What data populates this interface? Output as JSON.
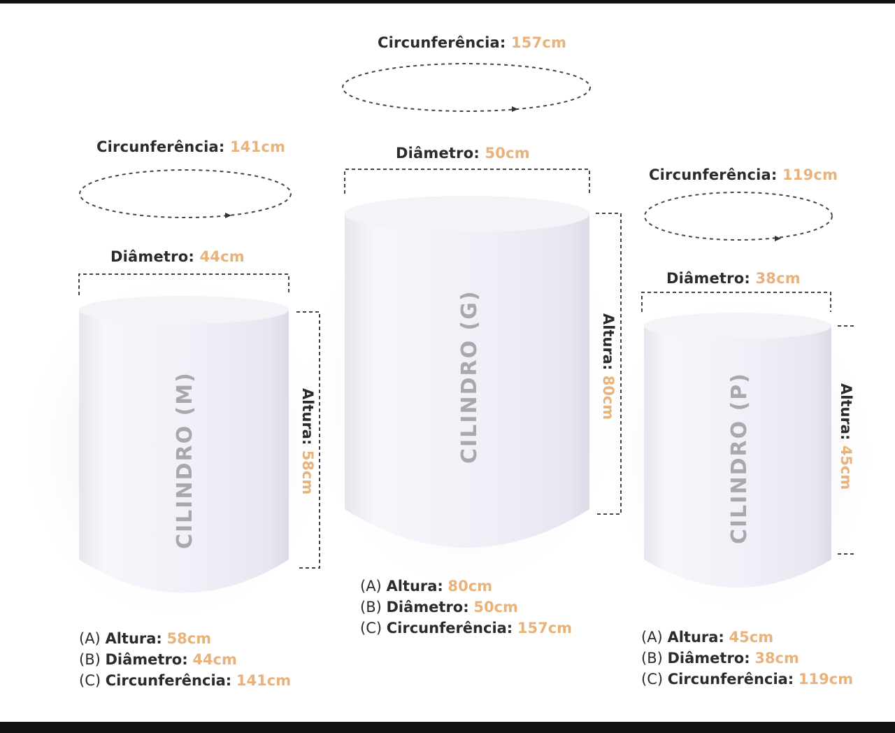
{
  "labels": {
    "circumference": "Circunferência:",
    "diameter": "Diâmetro:",
    "height": "Altura:",
    "spec_height": "Altura:",
    "spec_diameter": "Diâmetro:",
    "spec_circumference": "Circunferência:",
    "prefix_a": "(A)",
    "prefix_b": "(B)",
    "prefix_c": "(C)"
  },
  "colors": {
    "value_accent": "#e8b27a",
    "text": "#2b2b2b",
    "cylinder_label": "#a9a9ad"
  },
  "cylinders": {
    "m": {
      "name": "CILINDRO (M)",
      "height": "58cm",
      "diameter": "44cm",
      "circumference": "141cm"
    },
    "g": {
      "name": "CILINDRO (G)",
      "height": "80cm",
      "diameter": "50cm",
      "circumference": "157cm"
    },
    "p": {
      "name": "CILINDRO (P)",
      "height": "45cm",
      "diameter": "38cm",
      "circumference": "119cm"
    }
  }
}
